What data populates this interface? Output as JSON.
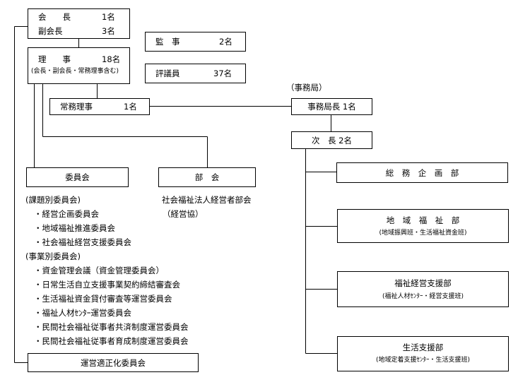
{
  "officers": {
    "chair_label": "会　　長",
    "chair_count": "1名",
    "vice_label": "副会長",
    "vice_count": "3名",
    "auditor_label": "監　事",
    "auditor_count": "2名",
    "councilor_label": "評議員",
    "councilor_count": "37名",
    "directors_label": "理　　事",
    "directors_count": "18名",
    "directors_note": "(会長・副会長・常務理事含む)",
    "managing_label": "常務理事",
    "managing_count": "1名"
  },
  "committees": {
    "box_label": "委員会",
    "thematic_heading": "(課題別委員会)",
    "thematic_items": [
      "・経営企画委員会",
      "・地域福祉推進委員会",
      "・社会福祉経営支援委員会"
    ],
    "business_heading": "(事業別委員会)",
    "business_items": [
      "・資金管理会議（資金管理委員会）",
      "・日常生活自立支援事業契約締結審査会",
      "・生活福祉資金貸付審査等運営委員会",
      "・福祉人材ｾﾝﾀｰ運営委員会",
      "・民間社会福祉従事者共済制度運営委員会",
      "・民間社会福祉従事者育成制度運営委員会"
    ],
    "oversight_label": "運営適正化委員会"
  },
  "divisions": {
    "box_label": "部　会",
    "body": "社会福祉法人経営者部会",
    "abbr": "（経営協）"
  },
  "secretariat": {
    "heading": "（事務局）",
    "director": "事務局長 1名",
    "deputy": "次　長 2名",
    "departments": [
      {
        "name": "総　務　企　画　部",
        "sub": ""
      },
      {
        "name": "地　域　福　祉　部",
        "sub": "(地域振興班・生活福祉資金班)"
      },
      {
        "name": "福祉経営支援部",
        "sub": "(福祉人材ｾﾝﾀｰ・経営支援班)"
      },
      {
        "name": "生活支援部",
        "sub": "(地域定着支援ｾﾝﾀｰ・生活支援班)"
      }
    ]
  }
}
